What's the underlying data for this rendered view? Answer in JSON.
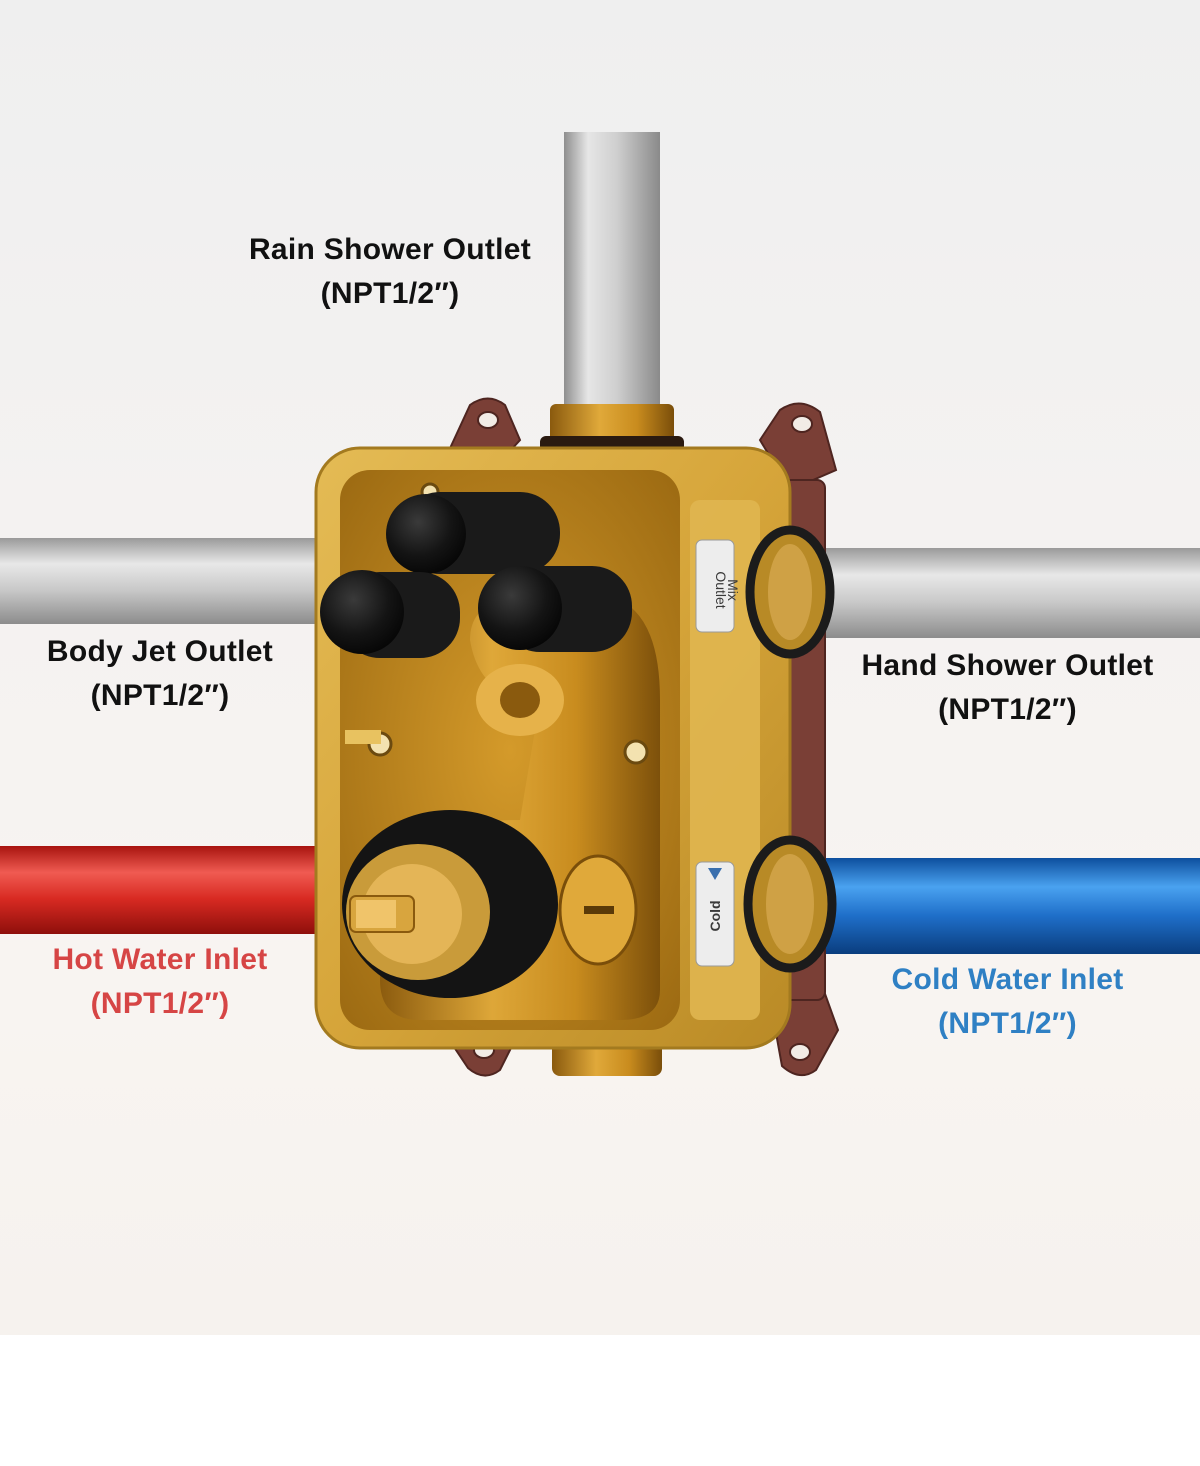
{
  "labels": {
    "rain_shower": {
      "name": "Rain Shower Outlet",
      "spec": "(NPT1/2″)"
    },
    "body_jet": {
      "name": "Body Jet Outlet",
      "spec": "(NPT1/2″)"
    },
    "hand_shower": {
      "name": "Hand Shower Outlet",
      "spec": "(NPT1/2″)"
    },
    "hot_water": {
      "name": "Hot Water Inlet",
      "spec": "(NPT1/2″)"
    },
    "cold_water": {
      "name": "Cold Water Inlet",
      "spec": "(NPT1/2″)"
    }
  },
  "valve_tags": {
    "upper": {
      "line1": "Outlet",
      "line2": "Mix"
    },
    "lower": {
      "line1": "Cold"
    }
  },
  "colors": {
    "label_default": "#111111",
    "hot": "#d64545",
    "cold": "#2f80c4",
    "housing": "#d8a93c",
    "flange": "#7a3f36",
    "pipe_silver": "#c8c8c8",
    "pipe_red": "#d82a22",
    "pipe_blue": "#1f6fc9"
  }
}
